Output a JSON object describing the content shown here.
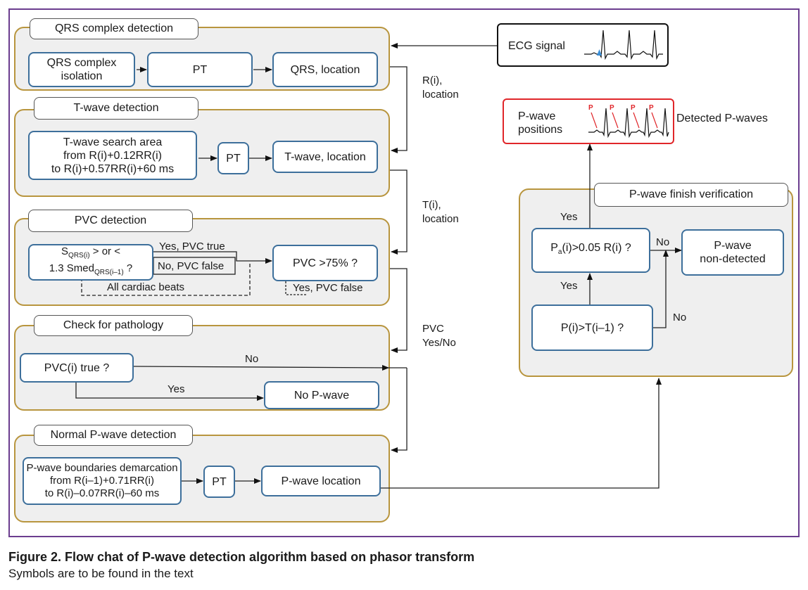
{
  "groups": {
    "qrs": {
      "title": "QRS complex detection",
      "isolation": "QRS complex isolation",
      "pt": "PT",
      "location": "QRS, location"
    },
    "twave": {
      "title": "T-wave detection",
      "search": [
        "T-wave search area",
        "from R(i)+0.12RR(i)",
        "to R(i)+0.57RR(i)+60 ms"
      ],
      "pt": "PT",
      "location": "T-wave, location"
    },
    "pvc": {
      "title": "PVC detection",
      "cond_s": "S",
      "cond_sub1": "QRS(i)",
      "cond_rest1": " > or <",
      "cond_line2": "1.3 Smed",
      "cond_sub2": "QRS(i–1)",
      "cond_q": " ?",
      "yes_label": "Yes, PVC true",
      "no_label": "No, PVC false",
      "all_beats": "All cardiac beats",
      "check": "PVC >75% ?",
      "yes_false": "Yes, PVC false"
    },
    "pathology": {
      "title": "Check for pathology",
      "question": "PVC(i) true ?",
      "no_label": "No",
      "yes_label": "Yes",
      "nopwave": "No P-wave"
    },
    "normal": {
      "title": "Normal P-wave detection",
      "boundaries": [
        "P-wave boundaries demarcation",
        "from R(i–1)+0.71RR(i)",
        "to R(i)–0.07RR(i)–60 ms"
      ],
      "pt": "PT",
      "location": "P-wave location"
    },
    "finish": {
      "title": "P-wave finish verification",
      "yes_top": "Yes",
      "cond_pa_pre": "P",
      "cond_pa_sub": "a",
      "cond_pa_post": "(i)>0.05 R(i) ?",
      "no_right": "No",
      "nondetected": [
        "P-wave",
        "non-detected"
      ],
      "yes_mid": "Yes",
      "cond_p": "P(i)>T(i–1) ?",
      "no_low": "No"
    }
  },
  "side": {
    "ecg": "ECG signal",
    "r_label": [
      "R(i),",
      "location"
    ],
    "t_label": [
      "T(i),",
      "location"
    ],
    "pvc_label": [
      "PVC",
      "Yes/No"
    ],
    "pwave_positions": [
      "P-wave",
      "positions"
    ],
    "p_marker": "P",
    "detected": "Detected P-waves"
  },
  "caption": {
    "title": "Figure 2. Flow chat of P-wave detection algorithm based on phasor transform",
    "subtitle": "Symbols are to be found in the text"
  },
  "colors": {
    "frame": "#6b3d8f",
    "group_border": "#b8953e",
    "box_border": "#3d6f9b",
    "output_border": "#e0262a"
  }
}
